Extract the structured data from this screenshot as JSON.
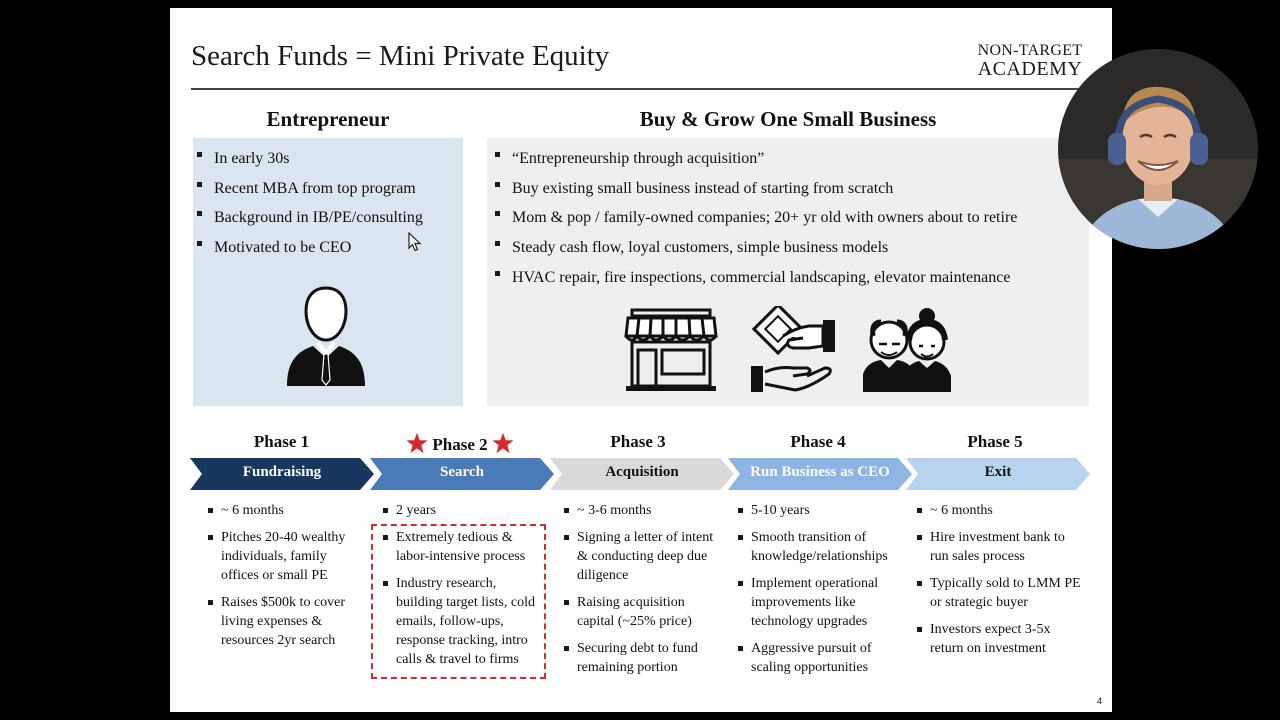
{
  "slide": {
    "title": "Search Funds = Mini Private Equity",
    "logo": {
      "line1": "NON-TARGET",
      "line2": "ACADEMY"
    },
    "page_number": "4",
    "entrepreneur": {
      "heading": "Entrepreneur",
      "bullets": [
        "In early 30s",
        "Recent MBA from top program",
        "Background in IB/PE/consulting",
        "Motivated to be CEO"
      ],
      "icon": "businessman-icon"
    },
    "business": {
      "heading": "Buy & Grow One Small Business",
      "bullets": [
        "“Entrepreneurship through acquisition”",
        "Buy existing small business instead of  starting from scratch",
        "Mom & pop / family-owned companies; 20+ yr old with owners about to retire",
        "Steady cash flow, loyal customers, simple business models",
        "HVAC repair, fire inspections, commercial landscaping, elevator maintenance"
      ],
      "icons": [
        "storefront-icon",
        "money-handover-icon",
        "elderly-couple-icon"
      ]
    },
    "phases": [
      {
        "label": "Phase 1",
        "stage": "Fundraising",
        "bullets": [
          "~ 6 months",
          "Pitches 20-40 wealthy individuals, family offices or small PE",
          "Raises $500k to cover living expenses & resources 2yr search"
        ]
      },
      {
        "label": "Phase 2",
        "stage": "Search",
        "bullets": [
          "2 years",
          "Extremely tedious & labor-intensive process",
          "Industry research, building target lists, cold emails, follow-ups, response tracking, intro calls & travel to firms"
        ]
      },
      {
        "label": "Phase 3",
        "stage": "Acquisition",
        "bullets": [
          "~ 3-6 months",
          "Signing a letter of intent & conducting deep due diligence",
          "Raising acquisition capital (~25% price)",
          "Securing debt to fund remaining portion"
        ]
      },
      {
        "label": "Phase 4",
        "stage": "Run Business as CEO",
        "bullets": [
          "5-10 years",
          "Smooth transition of knowledge/relationships",
          "Implement operational improvements like technology upgrades",
          "Aggressive pursuit of scaling opportunities"
        ]
      },
      {
        "label": "Phase 5",
        "stage": "Exit",
        "bullets": [
          "~ 6 months",
          "Hire investment bank to run sales process",
          "Typically sold to LMM PE or strategic buyer",
          "Investors expect 3-5x return on investment"
        ]
      }
    ]
  },
  "colors": {
    "phase1": "#17375e",
    "phase2": "#4a7bb7",
    "phase3": "#d9d9d9",
    "phase4": "#8db4e2",
    "phase5": "#b8d3ee",
    "star": "#d42a2a"
  }
}
